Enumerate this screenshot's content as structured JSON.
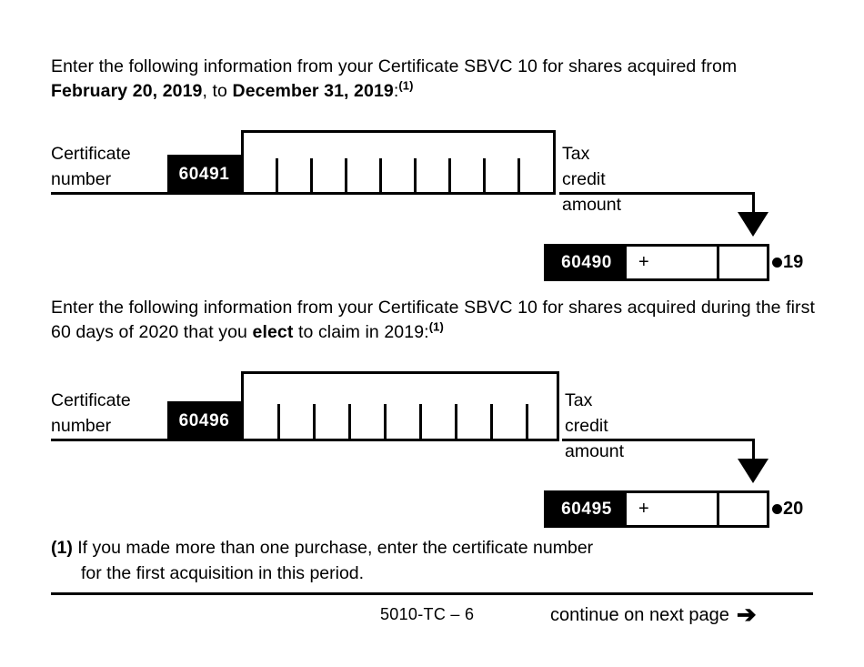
{
  "document": {
    "form_id": "5010-TC – 6",
    "continue_text": "continue on next page",
    "continue_arrow": "arrow-right-icon"
  },
  "sections": [
    {
      "intro": {
        "prefix": "Enter the following information from your Certificate SBVC 10 for shares acquired from ",
        "bold_1": "February 20, 2019",
        "middle": ", to ",
        "bold_2": "December 31, 2019",
        "suffix": ":",
        "footnote_ref": "(1)"
      },
      "certificate": {
        "label": "Certificate\nnumber",
        "code": "60491",
        "cells": 9
      },
      "tax_credit": {
        "label": "Tax credit\namount",
        "code": "60490",
        "operator": "+",
        "dollars_value": "",
        "cents_value": "",
        "line_number": "19"
      }
    },
    {
      "intro": {
        "prefix": "Enter the following information from your Certificate SBVC 10 for shares acquired during the first 60 days of 2020 that you ",
        "bold_1": "elect",
        "middle": " to claim in 2019",
        "bold_2": "",
        "suffix": ":",
        "footnote_ref": "(1)"
      },
      "certificate": {
        "label": "Certificate\nnumber",
        "code": "60496",
        "cells": 9
      },
      "tax_credit": {
        "label": "Tax credit\namount",
        "code": "60495",
        "operator": "+",
        "dollars_value": "",
        "cents_value": "",
        "line_number": "20"
      }
    }
  ],
  "footnote": {
    "mark": "(1)",
    "line1": "If you made more than one purchase, enter the certificate number",
    "line2": "for the first acquisition in this period."
  }
}
